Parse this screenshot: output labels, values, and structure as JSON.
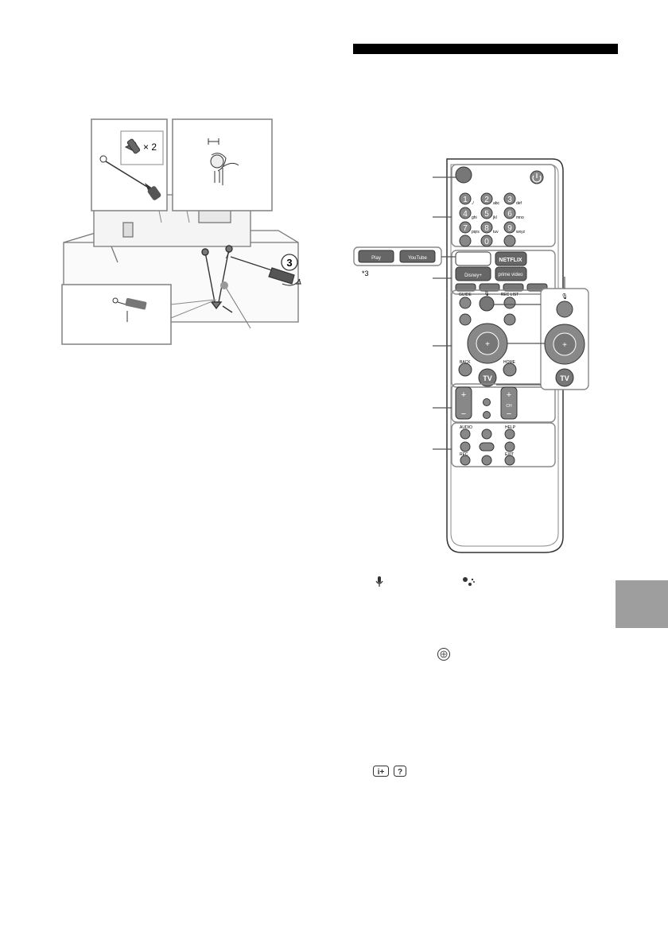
{
  "illustration_left": {
    "screw_count_label": "× 2",
    "step_number": "3"
  },
  "remote": {
    "numbers": [
      {
        "digit": "1",
        "letters": "./"
      },
      {
        "digit": "2",
        "letters": "abc"
      },
      {
        "digit": "3",
        "letters": "def"
      },
      {
        "digit": "4",
        "letters": "ghi"
      },
      {
        "digit": "5",
        "letters": "jkl"
      },
      {
        "digit": "6",
        "letters": "mno"
      },
      {
        "digit": "7",
        "letters": "pqrs"
      },
      {
        "digit": "8",
        "letters": "tuv"
      },
      {
        "digit": "9",
        "letters": "wxyz"
      },
      {
        "digit": "0",
        "letters": ""
      }
    ],
    "service_buttons": {
      "netflix": "NETFLIX",
      "disney": "Disney+",
      "prime": "prime video"
    },
    "inset_apps": [
      "Play",
      "YouTube"
    ],
    "footnote_mark": "*3",
    "labels": {
      "guide": "GUIDE",
      "rec_list": "REC LIST",
      "back": "BACK",
      "home": "HOME",
      "tv": "TV",
      "ch": "CH",
      "audio": "AUDIO",
      "help": "HELP",
      "rec": "REC",
      "exit": "EXIT"
    },
    "zoom_tv_label": "TV"
  },
  "icon_names": [
    "microphone-icon",
    "google-assistant-icon",
    "dpad-center-icon",
    "info-icon",
    "help-icon"
  ],
  "colors": {
    "section_bar": "#000000",
    "side_tab": "#9e9e9e",
    "line": "#555555"
  }
}
